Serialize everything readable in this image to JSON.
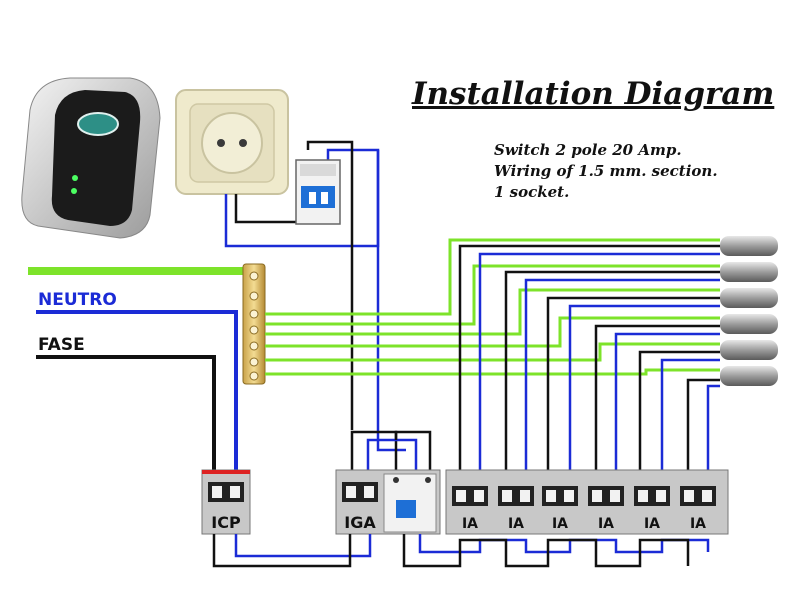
{
  "title": "Installation Diagram",
  "notes": [
    "Switch 2 pole 20 Amp.",
    "Wiring of 1.5 mm. section.",
    "1 socket."
  ],
  "wire_labels": {
    "neutral": "NEUTRO",
    "phase": "FASE"
  },
  "breakers": {
    "icp": "ICP",
    "iga": "IGA",
    "circuits": [
      "IA",
      "IA",
      "IA",
      "IA",
      "IA",
      "IA"
    ]
  },
  "colors": {
    "earth": "#7de32a",
    "neutral": "#1b2bd6",
    "phase": "#111111",
    "neutral_label": "#1b2bd6",
    "phase_label": "#111111"
  }
}
